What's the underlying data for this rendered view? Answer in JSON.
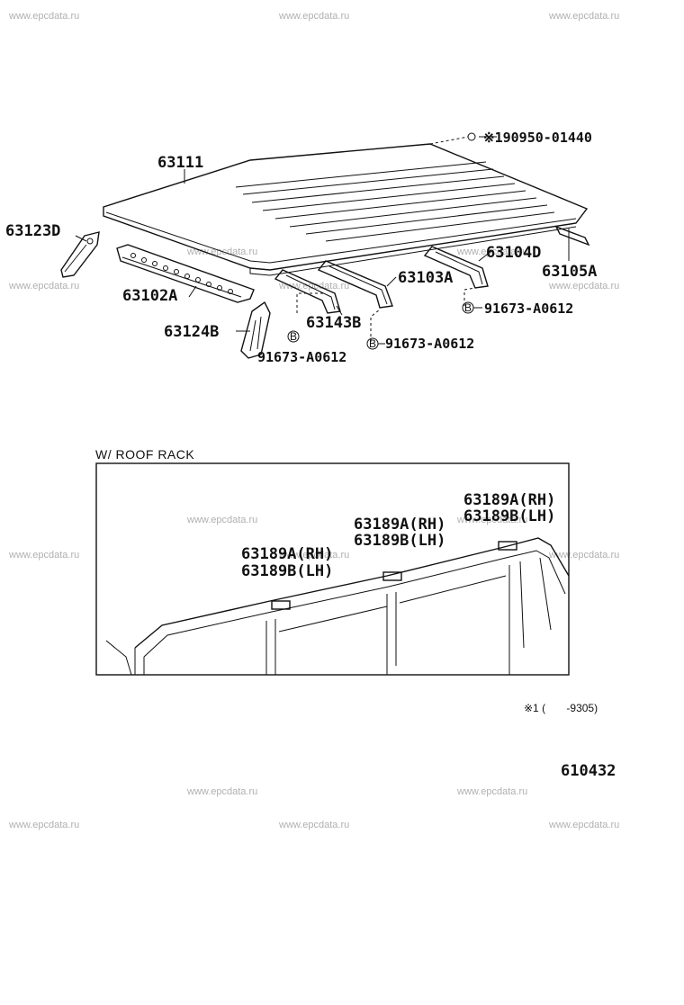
{
  "watermark": "www.epcdata.ru",
  "parts": {
    "p63111": "63111",
    "p63123D": "63123D",
    "p63102A": "63102A",
    "p63124B": "63124B",
    "p63143B": "63143B",
    "p63103A": "63103A",
    "p63104D": "63104D",
    "p63105A": "63105A",
    "bolt_90950": "※190950-01440",
    "b91673_a": "91673-A0612",
    "b91673_b": "91673-A0612",
    "b91673_c": "91673-A0612",
    "bolt_symbol": "B"
  },
  "inset": {
    "header": "W/ ROOF  RACK",
    "labels": [
      {
        "a": "63189A(RH)",
        "b": "63189B(LH)"
      },
      {
        "a": "63189A(RH)",
        "b": "63189B(LH)"
      },
      {
        "a": "63189A(RH)",
        "b": "63189B(LH)"
      }
    ]
  },
  "footnote": "※1 (       -9305)",
  "diagram_id": "610432"
}
